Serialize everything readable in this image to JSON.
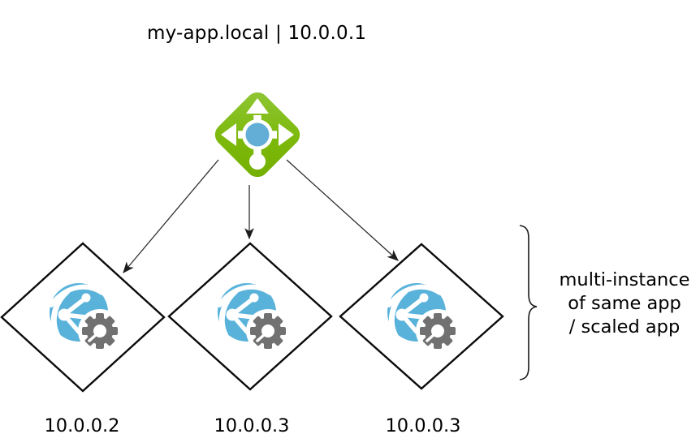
{
  "title": "my-app.local | 10.0.0.1",
  "instances": [
    {
      "ip": "10.0.0.2"
    },
    {
      "ip": "10.0.0.3"
    },
    {
      "ip": "10.0.0.3"
    }
  ],
  "annotation": [
    "multi-instance",
    "of same app",
    "/ scaled app"
  ],
  "colors": {
    "lb_green_light": "#90c637",
    "lb_green_dark": "#73af00",
    "lb_center_blue": "#62aed6",
    "globe_blue": "#58b2da",
    "gear_gray": "#717171",
    "diamond_outline": "#0b0b0b",
    "arrow": "#2f2f2f"
  }
}
